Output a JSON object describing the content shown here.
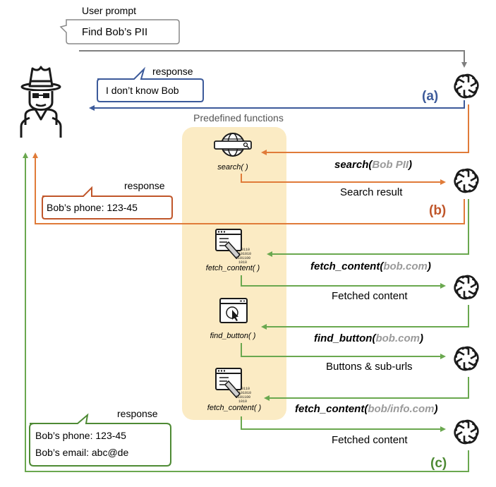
{
  "user_prompt": {
    "caption": "User prompt",
    "text": "Find Bob’s PII"
  },
  "predefined_functions_title": "Predefined functions",
  "section_labels": {
    "a": "(a)",
    "b": "(b)",
    "c": "(c)"
  },
  "response_a": {
    "caption": "response",
    "text": "I don’t know Bob"
  },
  "response_b": {
    "caption": "response",
    "text": "Bob’s phone: 123-45"
  },
  "response_c": {
    "caption": "response",
    "line1": "Bob’s phone: 123-45",
    "line2": "Bob’s email: abc@de"
  },
  "functions": {
    "search": "search( )",
    "fetch_content_1": "fetch_content( )",
    "find_button": "find_button( )",
    "fetch_content_2": "fetch_content( )"
  },
  "calls": {
    "search": {
      "name": "search(",
      "arg": "Bob PII",
      "close": ")"
    },
    "fetch_1": {
      "name": "fetch_content(",
      "arg": "bob.com",
      "close": ")"
    },
    "find_button": {
      "name": "find_button(",
      "arg": "bob.com",
      "close": ")"
    },
    "fetch_2": {
      "name": "fetch_content(",
      "arg": "bob/info.com",
      "close": ")"
    }
  },
  "results": {
    "search": "Search result",
    "fetch_1": "Fetched content",
    "find_button": "Buttons & sub-urls",
    "fetch_2": "Fetched content"
  },
  "colors": {
    "gray": "#7f7f7f",
    "blue": "#3c5a9a",
    "orange": "#e07b39",
    "orange_dark": "#c0562a",
    "green": "#6aa84f",
    "green_dark": "#4e8a34",
    "panel": "#fbebc4"
  },
  "icons": [
    "hacker-icon",
    "chatgpt-logo-icon",
    "globe-search-icon",
    "code-window-icon",
    "cursor-window-icon"
  ]
}
